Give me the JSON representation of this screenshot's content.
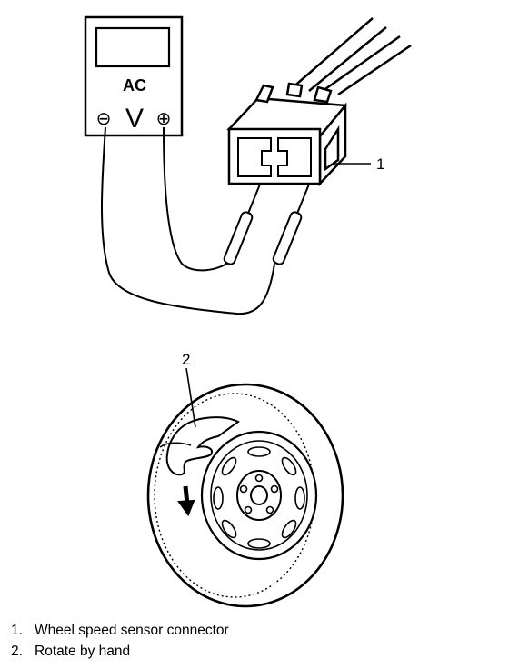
{
  "meter": {
    "mode_label": "AC",
    "unit_symbol": "V",
    "neg_terminal": "⊖",
    "pos_terminal": "⊕"
  },
  "callouts": [
    {
      "id": "1",
      "text": "1"
    },
    {
      "id": "2",
      "text": "2"
    }
  ],
  "legend": [
    {
      "num": "1.",
      "label": "Wheel speed sensor connector"
    },
    {
      "num": "2.",
      "label": "Rotate by hand"
    }
  ]
}
